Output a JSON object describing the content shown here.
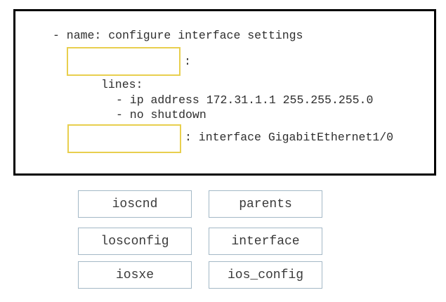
{
  "code_panel": {
    "task_line": "- name: configure interface settings",
    "blank1_colon": ":",
    "lines_label": "lines:",
    "cmd1": "- ip address 172.31.1.1 255.255.255.0",
    "cmd2": "- no shutdown",
    "blank2_suffix": ": interface GigabitEthernet1/0"
  },
  "options": [
    {
      "label": "ioscnd"
    },
    {
      "label": "parents"
    },
    {
      "label": "losconfig"
    },
    {
      "label": "interface"
    },
    {
      "label": "iosxe"
    },
    {
      "label": "ios_config"
    }
  ],
  "colors": {
    "panel_border": "#000000",
    "blank_border": "#e8cf4e",
    "option_border": "#a3b8c6",
    "code_text": "#2e2e2e",
    "option_text": "#3a3a3a"
  }
}
